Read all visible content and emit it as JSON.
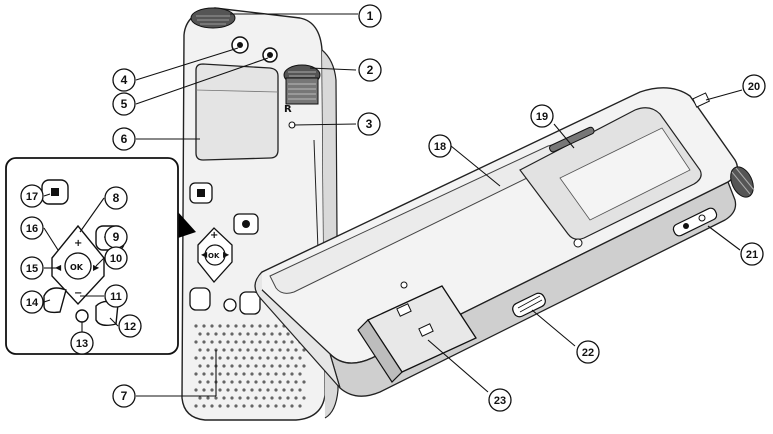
{
  "diagram": {
    "subject": "digital-voice-recorder-parts",
    "callouts": [
      {
        "id": 1,
        "label": "1"
      },
      {
        "id": 2,
        "label": "2"
      },
      {
        "id": 3,
        "label": "3"
      },
      {
        "id": 4,
        "label": "4"
      },
      {
        "id": 5,
        "label": "5"
      },
      {
        "id": 6,
        "label": "6"
      },
      {
        "id": 7,
        "label": "7"
      },
      {
        "id": 8,
        "label": "8"
      },
      {
        "id": 9,
        "label": "9"
      },
      {
        "id": 10,
        "label": "10"
      },
      {
        "id": 11,
        "label": "11"
      },
      {
        "id": 12,
        "label": "12"
      },
      {
        "id": 13,
        "label": "13"
      },
      {
        "id": 14,
        "label": "14"
      },
      {
        "id": 15,
        "label": "15"
      },
      {
        "id": 16,
        "label": "16"
      },
      {
        "id": 17,
        "label": "17"
      },
      {
        "id": 18,
        "label": "18"
      },
      {
        "id": 19,
        "label": "19"
      },
      {
        "id": 20,
        "label": "20"
      },
      {
        "id": 21,
        "label": "21"
      },
      {
        "id": 22,
        "label": "22"
      },
      {
        "id": 23,
        "label": "23"
      }
    ],
    "button_glyphs": {
      "plus": "+",
      "minus": "−",
      "prev": "⏮",
      "next": "⏭",
      "record": "●",
      "stop": "■",
      "play": "OK"
    },
    "mic_mark": "R"
  }
}
